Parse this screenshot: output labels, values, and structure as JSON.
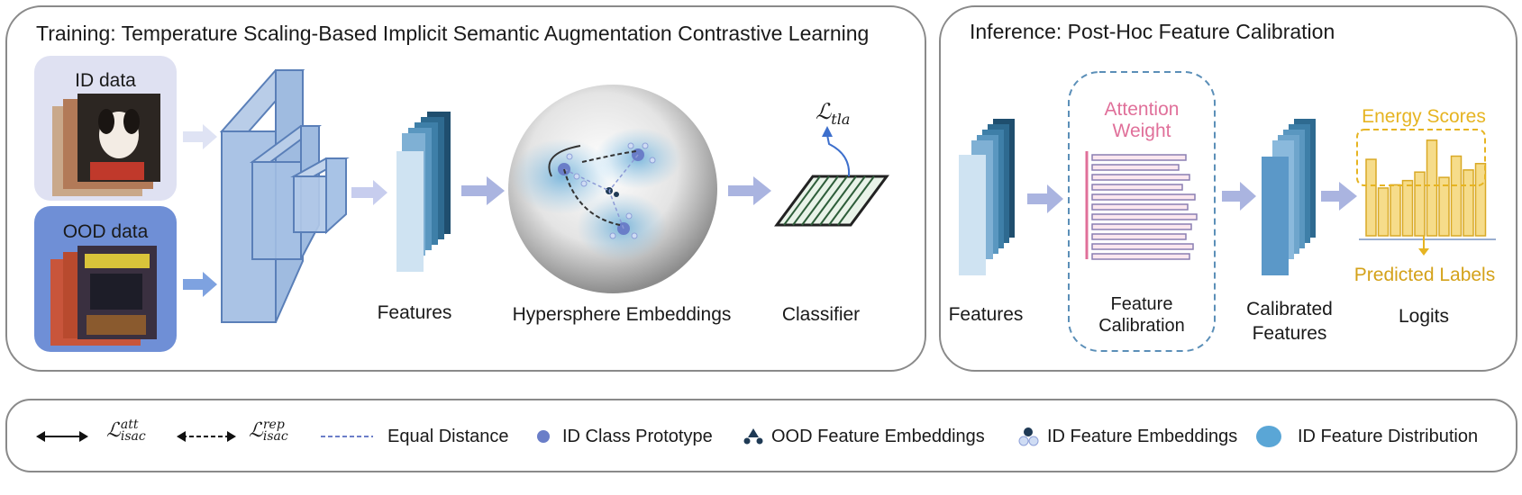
{
  "training": {
    "title": "Training: Temperature Scaling-Based Implicit Semantic Augmentation Contrastive Learning",
    "id_data": "ID data",
    "ood_data": "OOD data",
    "features": "Features",
    "hypersphere": "Hypersphere Embeddings",
    "classifier": "Classifier",
    "loss_label": "ℒ",
    "loss_sub": "tla"
  },
  "inference": {
    "title": "Inference: Post-Hoc Feature Calibration",
    "features": "Features",
    "attention_line1": "Attention",
    "attention_line2": "Weight",
    "calib_line1": "Feature",
    "calib_line2": "Calibration",
    "calibrated_line1": "Calibrated",
    "calibrated_line2": "Features",
    "energy_scores": "Energy Scores",
    "predicted_labels": "Predicted Labels",
    "logits": "Logits"
  },
  "legend": {
    "att_symbol": "ℒ",
    "att_sub": "isac",
    "att_sup": "att",
    "rep_symbol": "ℒ",
    "rep_sub": "isac",
    "rep_sup": "rep",
    "equal_distance": "Equal Distance",
    "id_prototype": "ID Class Prototype",
    "ood_embeddings": "OOD Feature Embeddings",
    "id_embeddings": "ID Feature Embeddings",
    "id_distribution": "ID Feature Distribution"
  },
  "colors": {
    "arrow": "#aab4e0",
    "feature_dark": "#1f4e6e",
    "feature_light": "#cfe3f2",
    "energy": "#e6b422",
    "attention": "#e0709a",
    "network": "#8fb0d9"
  },
  "energy_bars": [
    0.72,
    0.45,
    0.48,
    0.52,
    0.6,
    0.9,
    0.55,
    0.75,
    0.62,
    0.68
  ]
}
